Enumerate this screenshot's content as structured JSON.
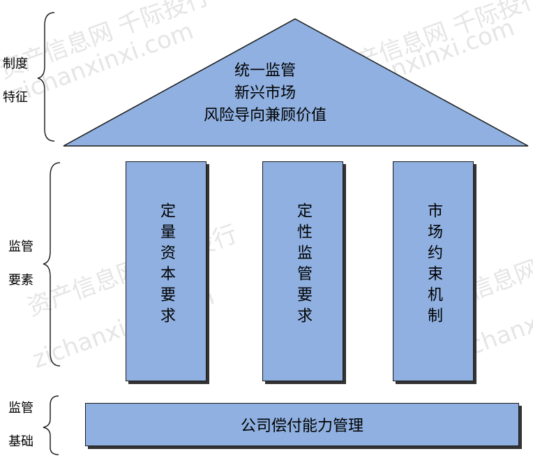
{
  "roof": {
    "lines": [
      "统一监管",
      "新兴市场",
      "风险导向兼顾价值"
    ]
  },
  "pillars": [
    {
      "label": "定量资本要求"
    },
    {
      "label": "定性监管要求"
    },
    {
      "label": "市场约束机制"
    }
  ],
  "base": {
    "label": "公司偿付能力管理"
  },
  "side_labels": {
    "top": [
      "制度",
      "特征"
    ],
    "middle": [
      "监管",
      "要素"
    ],
    "bottom": [
      "监管",
      "基础"
    ]
  },
  "watermarks": [
    "资产信息网 千际投行",
    "zichanxinxi.com"
  ],
  "colors": {
    "fill": "#8fb0e0",
    "stroke": "#1a1a1a"
  }
}
